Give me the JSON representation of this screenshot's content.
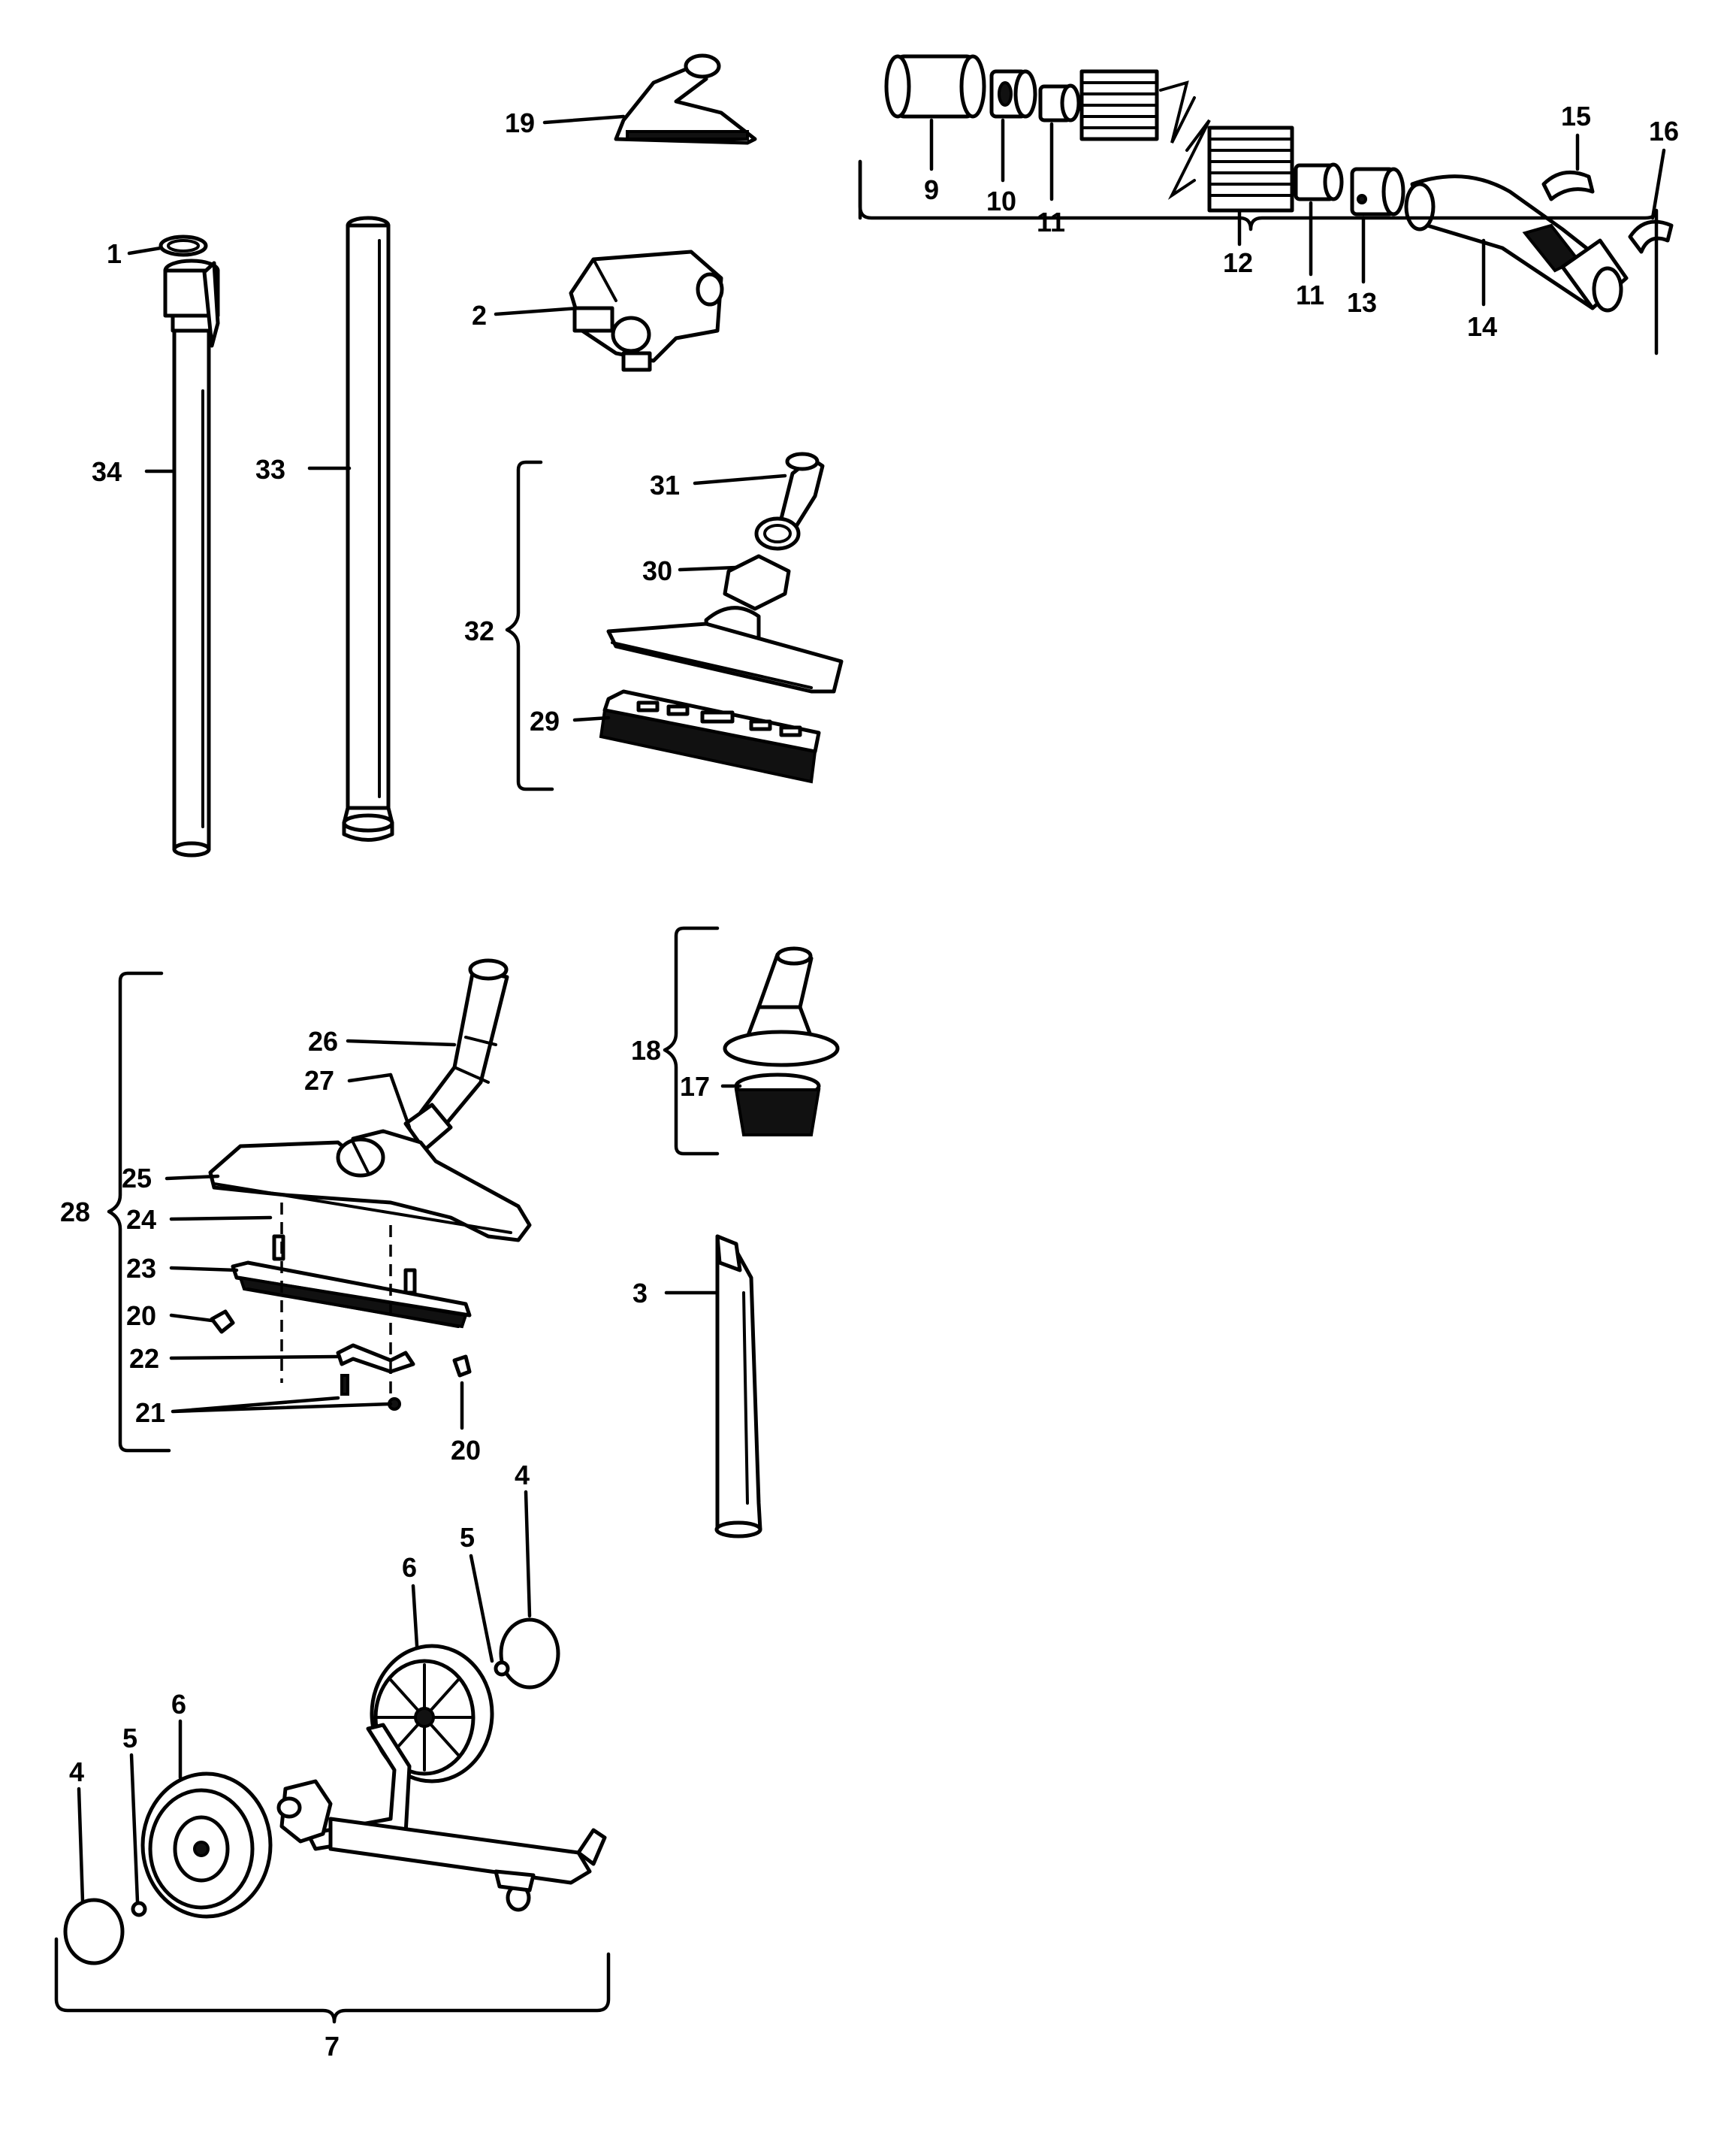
{
  "callouts": {
    "p1": "1",
    "p2": "2",
    "p3": "3",
    "p4a": "4",
    "p4b": "4",
    "p5a": "5",
    "p5b": "5",
    "p6a": "6",
    "p6b": "6",
    "p7": "7",
    "p9": "9",
    "p10": "10",
    "p11a": "11",
    "p11b": "11",
    "p12": "12",
    "p13": "13",
    "p14": "14",
    "p15": "15",
    "p16": "16",
    "p17": "17",
    "p18": "18",
    "p19": "19",
    "p20a": "20",
    "p20b": "20",
    "p21": "21",
    "p22": "22",
    "p23": "23",
    "p24": "24",
    "p25": "25",
    "p26": "26",
    "p27": "27",
    "p28": "28",
    "p29": "29",
    "p30": "30",
    "p31": "31",
    "p32": "32",
    "p33": "33",
    "p34": "34"
  }
}
